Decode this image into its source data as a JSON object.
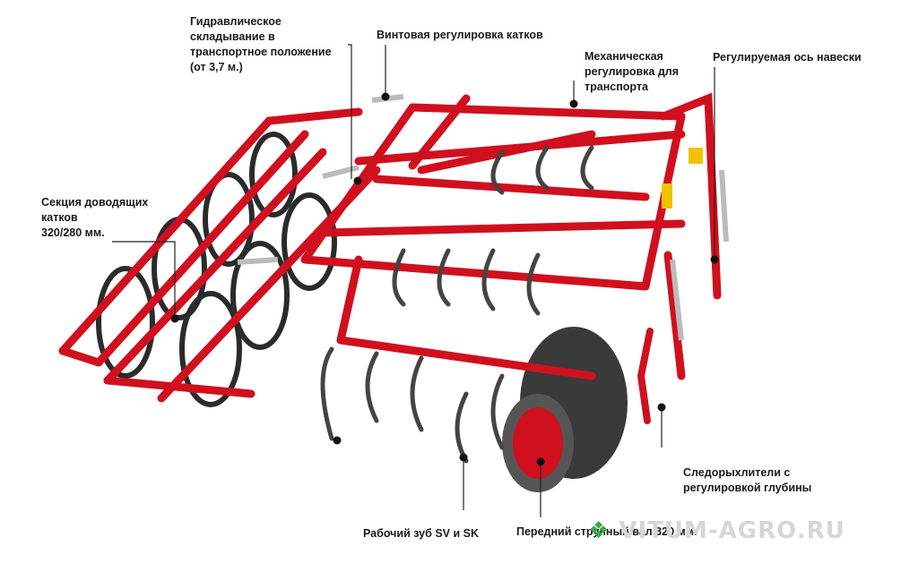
{
  "labels": {
    "hydraulic_folding": [
      "Гидравлическое",
      "складывание в",
      "транспортное положение",
      "(от 3,7 м.)"
    ],
    "screw_adjustment": [
      "Винтовая регулировка катков"
    ],
    "mechanical_adjustment": [
      "Механическая",
      "регулировка для",
      "транспорта"
    ],
    "adjustable_axle": [
      "Регулируемая ось навески"
    ],
    "roller_section": [
      "Секция доводящих",
      "катков",
      "320/280 мм."
    ],
    "track_eradicators": [
      "Следорыхлители с",
      "регулировкой глубины"
    ],
    "working_tine": [
      "Рабочий зуб SV и SK"
    ],
    "front_roller": [
      "Передний струнный вал 320 мм."
    ]
  },
  "watermark": "VITUM-AGRO.RU",
  "colors": {
    "frame_red": "#d0101e",
    "frame_dark": "#8e0c14",
    "tine_dark": "#2b2b2b",
    "leader": "#222222"
  },
  "icons": {
    "watermark_logo": "green-leaf-icon"
  }
}
